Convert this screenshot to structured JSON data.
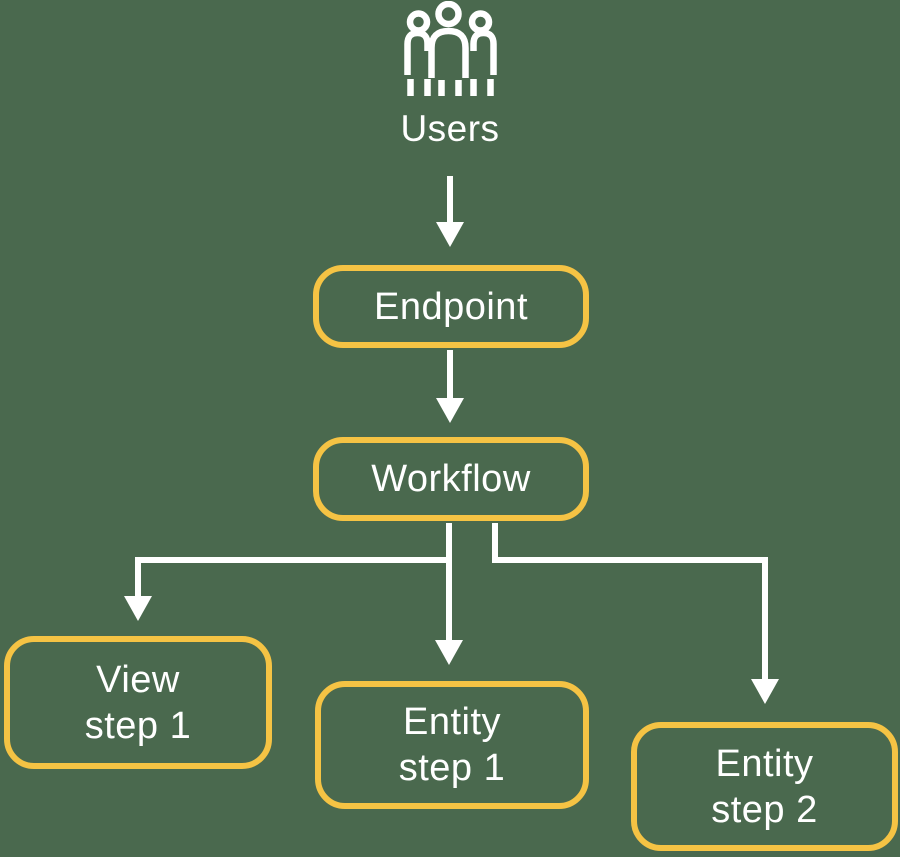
{
  "diagram": {
    "type": "flowchart",
    "colors": {
      "background": "#4A694E",
      "node_border": "#F5C344",
      "connector": "#FFFFFF",
      "text": "#FFFFFF"
    },
    "nodes": {
      "users": {
        "label": "Users",
        "icon": "users-icon"
      },
      "endpoint": {
        "label": "Endpoint"
      },
      "workflow": {
        "label": "Workflow"
      },
      "view_step1": {
        "line1": "View",
        "line2": "step 1"
      },
      "entity_step1": {
        "line1": "Entity",
        "line2": "step 1"
      },
      "entity_step2": {
        "line1": "Entity",
        "line2": "step 2"
      }
    },
    "edges": [
      {
        "from": "users",
        "to": "endpoint"
      },
      {
        "from": "endpoint",
        "to": "workflow"
      },
      {
        "from": "workflow",
        "to": "view_step1"
      },
      {
        "from": "workflow",
        "to": "entity_step1"
      },
      {
        "from": "workflow",
        "to": "entity_step2"
      }
    ]
  }
}
